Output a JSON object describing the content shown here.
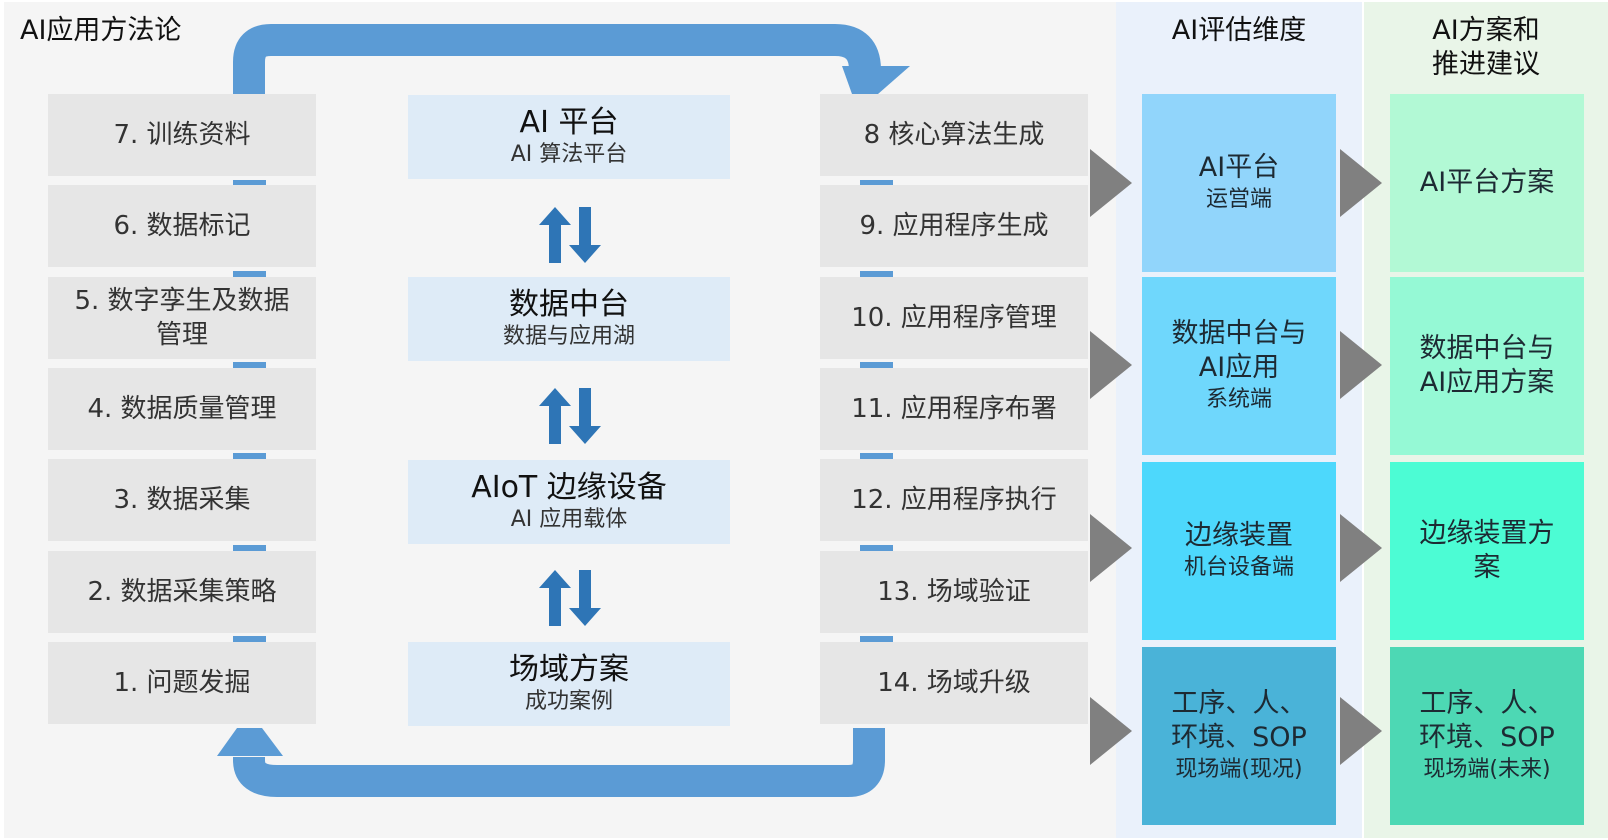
{
  "panels": {
    "methodology": {
      "title": "AI应用方法论"
    },
    "evaluation": {
      "title": "AI评估维度"
    },
    "plan": {
      "title": "AI方案和\n推进建议"
    }
  },
  "left_steps": [
    {
      "label": "7. 训练资料"
    },
    {
      "label": "6. 数据标记"
    },
    {
      "label": "5. 数字孪生及数据\n管理"
    },
    {
      "label": "4. 数据质量管理"
    },
    {
      "label": "3. 数据采集"
    },
    {
      "label": "2. 数据采集策略"
    },
    {
      "label": "1. 问题发掘"
    }
  ],
  "right_steps": [
    {
      "label": "8 核心算法生成"
    },
    {
      "label": "9. 应用程序生成"
    },
    {
      "label": "10. 应用程序管理"
    },
    {
      "label": "11. 应用程序布署"
    },
    {
      "label": "12. 应用程序执行"
    },
    {
      "label": "13. 场域验证"
    },
    {
      "label": "14. 场域升级"
    }
  ],
  "core_layers": [
    {
      "title": "AI 平台",
      "subtitle": "AI 算法平台"
    },
    {
      "title": "数据中台",
      "subtitle": "数据与应用湖"
    },
    {
      "title": "AIoT 边缘设备",
      "subtitle": "AI 应用载体"
    },
    {
      "title": "场域方案",
      "subtitle": "成功案例"
    }
  ],
  "evaluation_dimensions": [
    {
      "title": "AI平台",
      "subtitle": "运営端",
      "color": "#91d5fb"
    },
    {
      "title": "数据中台与\nAI应用",
      "subtitle": "系统端",
      "color": "#6fd7fc"
    },
    {
      "title": "边缘装置",
      "subtitle": "机台设备端",
      "color": "#4dd8fc"
    },
    {
      "title": "工序、人、\n环境、SOP",
      "subtitle": "现场端(现况)",
      "color": "#4ab3d8"
    }
  ],
  "plan_recommendations": [
    {
      "title": "AI平台方案",
      "subtitle": "",
      "color": "#b2f9d5"
    },
    {
      "title": "数据中台与\nAI应用方案",
      "subtitle": "",
      "color": "#95f9d5"
    },
    {
      "title": "边缘装置方\n案",
      "subtitle": "",
      "color": "#4cfcd4"
    },
    {
      "title": "工序、人、\n环境、SOP",
      "subtitle": "现场端(未来)",
      "color": "#4dd8b4"
    }
  ],
  "colors": {
    "loop_arrow": "#5b9bd5",
    "flow_arrow": "#2e75b6",
    "pointer_triangle": "#808080",
    "step_bg": "#e6e6e6",
    "core_bg": "#deebf7"
  }
}
